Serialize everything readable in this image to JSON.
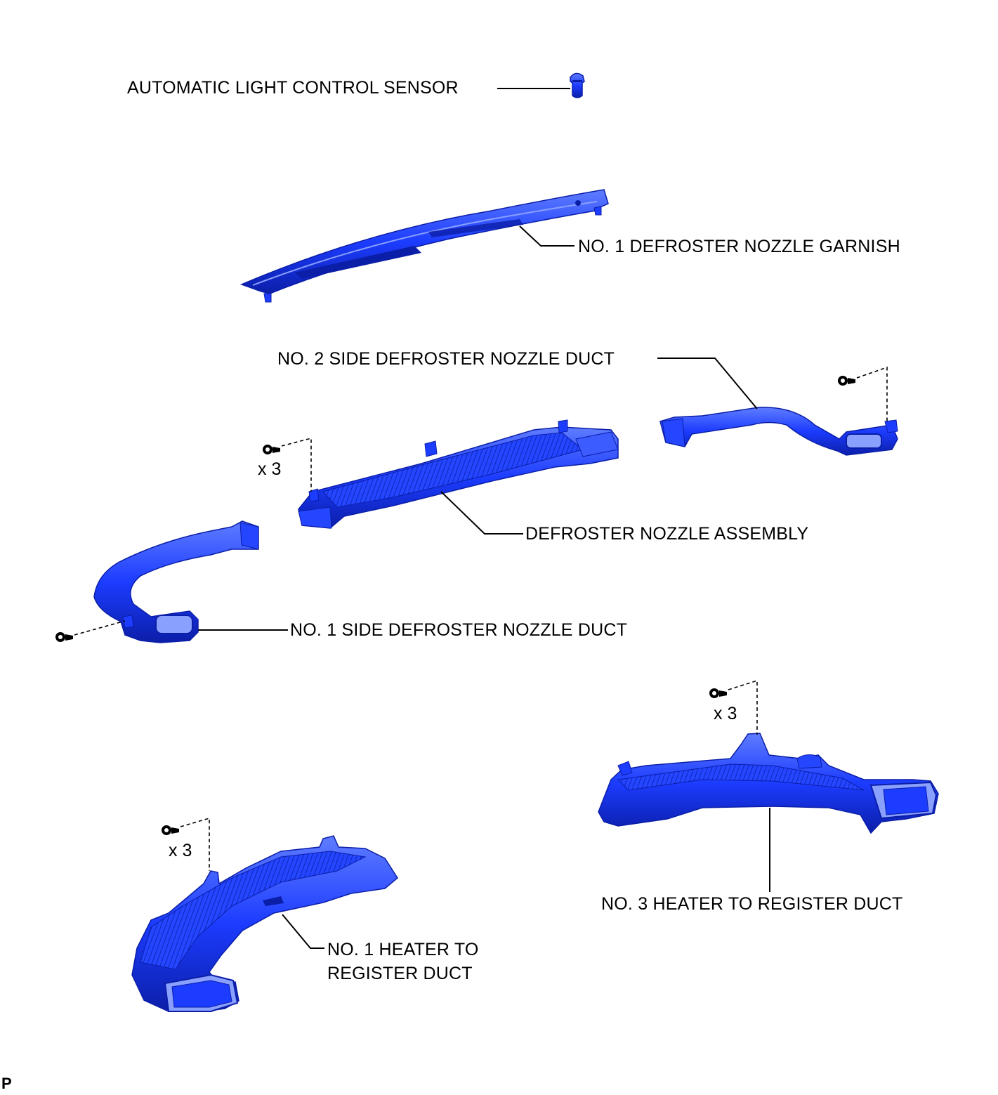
{
  "labels": {
    "sensor": "AUTOMATIC LIGHT CONTROL SENSOR",
    "garnish": "NO. 1 DEFROSTER NOZZLE GARNISH",
    "side_duct_2": "NO. 2 SIDE DEFROSTER NOZZLE DUCT",
    "nozzle_assembly": "DEFROSTER NOZZLE ASSEMBLY",
    "side_duct_1": "NO. 1 SIDE DEFROSTER NOZZLE DUCT",
    "heater_duct_3": "NO. 3 HEATER TO REGISTER DUCT",
    "heater_duct_1_line1": "NO. 1 HEATER TO",
    "heater_duct_1_line2": "REGISTER DUCT"
  },
  "quantities": {
    "nozzle_assembly_screws": "x 3",
    "heater_duct_3_screws": "x 3",
    "heater_duct_1_screws": "x 3"
  },
  "corner_mark": "P",
  "colors": {
    "part_blue": "#1c3cff",
    "part_dark": "#0b1ea8",
    "part_light": "#5f7dff",
    "line": "#000000"
  }
}
